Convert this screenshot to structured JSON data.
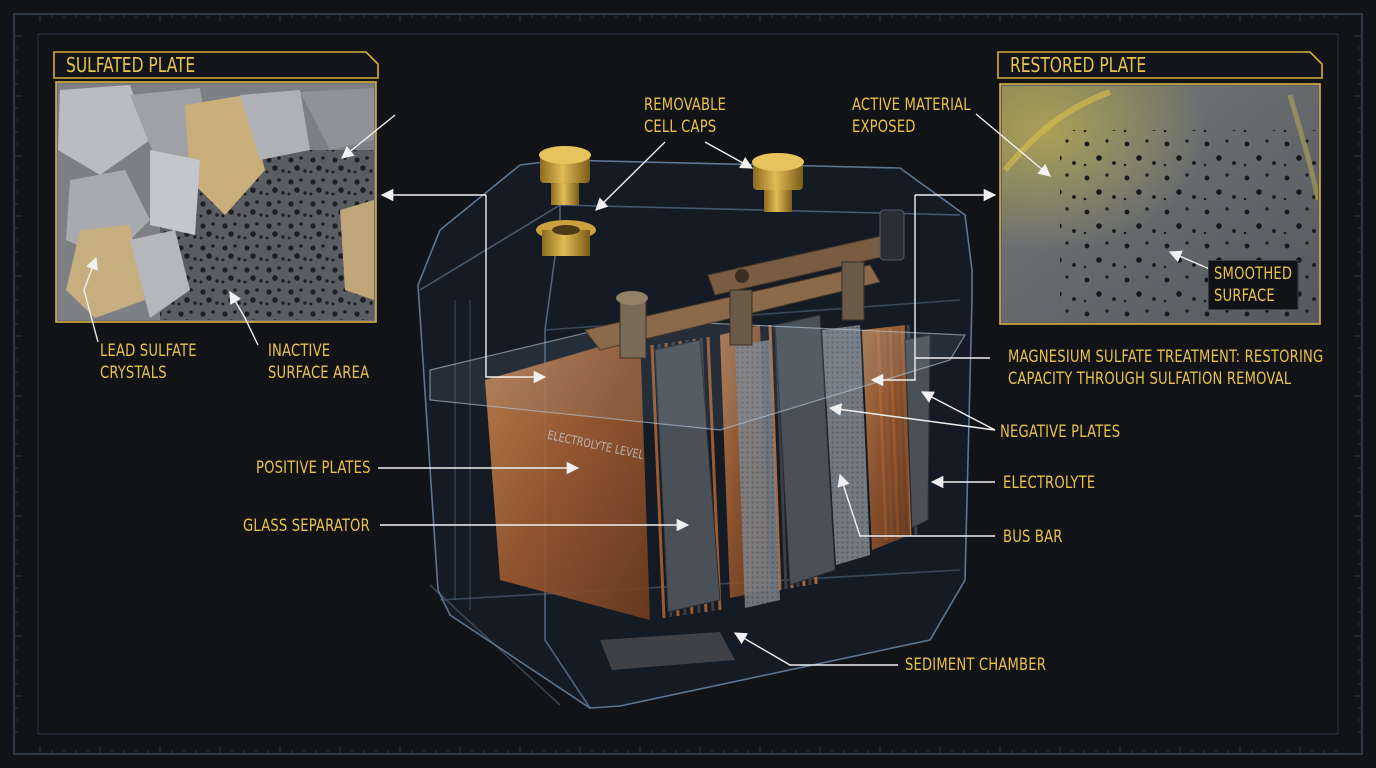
{
  "panels": {
    "left_title": "SULFATED PLATE",
    "right_title": "RESTORED PLATE"
  },
  "labels": {
    "lead_sulfate": [
      "LEAD SULFATE",
      "CRYSTALS"
    ],
    "inactive_area": [
      "INACTIVE",
      "SURFACE AREA"
    ],
    "cell_caps": [
      "REMOVABLE",
      "CELL CAPS"
    ],
    "active_material": [
      "ACTIVE MATERIAL",
      "EXPOSED"
    ],
    "smoothed_surface": [
      "SMOOTHED",
      "SURFACE"
    ],
    "treatment": [
      "MAGNESIUM SULFATE TREATMENT: RESTORING",
      "CAPACITY THROUGH SULFATION REMOVAL"
    ],
    "negative_plates": "NEGATIVE PLATES",
    "electrolyte": "ELECTROLYTE",
    "bus_bar": "BUS BAR",
    "positive_plates": "POSITIVE PLATES",
    "glass_separator": "GLASS SEPARATOR",
    "sediment_chamber": "SEDIMENT CHAMBER",
    "electrolyte_level": "ELECTROLYTE LEVEL"
  },
  "colors": {
    "background": "#111317",
    "accent": "#e9c24a",
    "frame": "#3e4a5a",
    "plate_copper": "#b0693a",
    "plate_dark": "#4a5058"
  }
}
